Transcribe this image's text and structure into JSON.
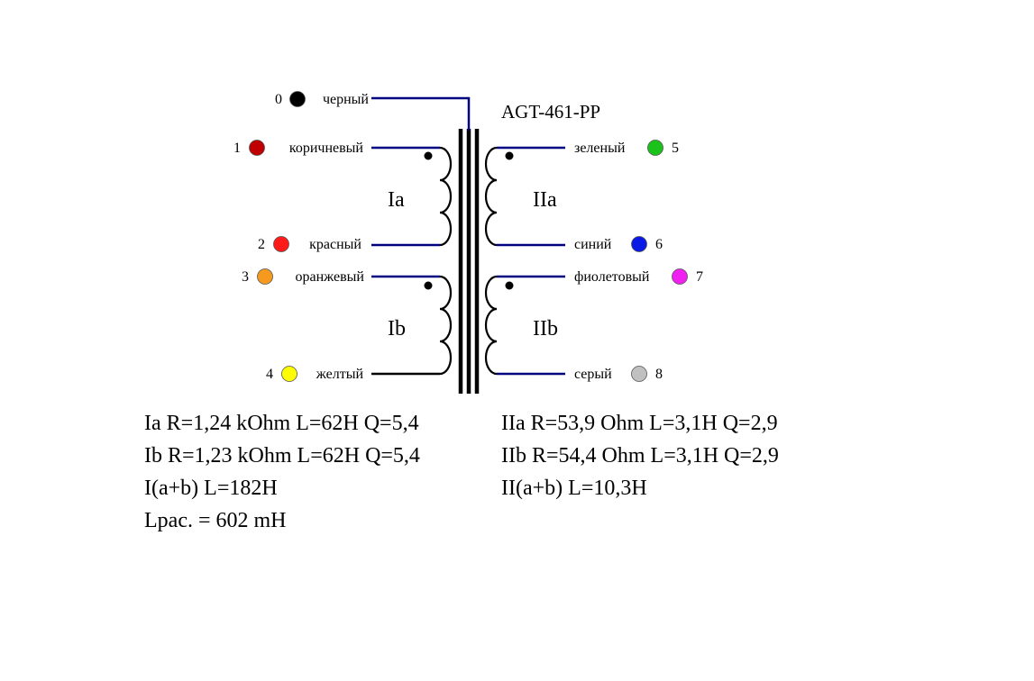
{
  "title": "AGT-461-PP",
  "pins": [
    {
      "num": "0",
      "label": "черный",
      "color": "#000000"
    },
    {
      "num": "1",
      "label": "коричневый",
      "color": "#c00000"
    },
    {
      "num": "2",
      "label": "красный",
      "color": "#ff1a1a"
    },
    {
      "num": "3",
      "label": "оранжевый",
      "color": "#f59a1f"
    },
    {
      "num": "4",
      "label": "желтый",
      "color": "#ffff00"
    },
    {
      "num": "5",
      "label": "зеленый",
      "color": "#1cc21c"
    },
    {
      "num": "6",
      "label": "синий",
      "color": "#0a1ae6"
    },
    {
      "num": "7",
      "label": "фиолетовый",
      "color": "#f020f0"
    },
    {
      "num": "8",
      "label": "серый",
      "color": "#c0c0c0"
    }
  ],
  "coils": {
    "Ia": "Ia",
    "Ib": "Ib",
    "IIa": "IIa",
    "IIb": "IIb"
  },
  "specs": {
    "left": [
      "Ia R=1,24 kOhm L=62H Q=5,4",
      "Ib R=1,23 kOhm L=62H Q=5,4",
      "I(a+b) L=182H",
      "Lрас. = 602 mH"
    ],
    "right": [
      "IIa R=53,9 Ohm L=3,1H Q=2,9",
      "IIb R=54,4 Ohm L=3,1H Q=2,9",
      "II(a+b) L=10,3H"
    ]
  },
  "colors": {
    "wire": "#000080",
    "core": "#000000"
  }
}
